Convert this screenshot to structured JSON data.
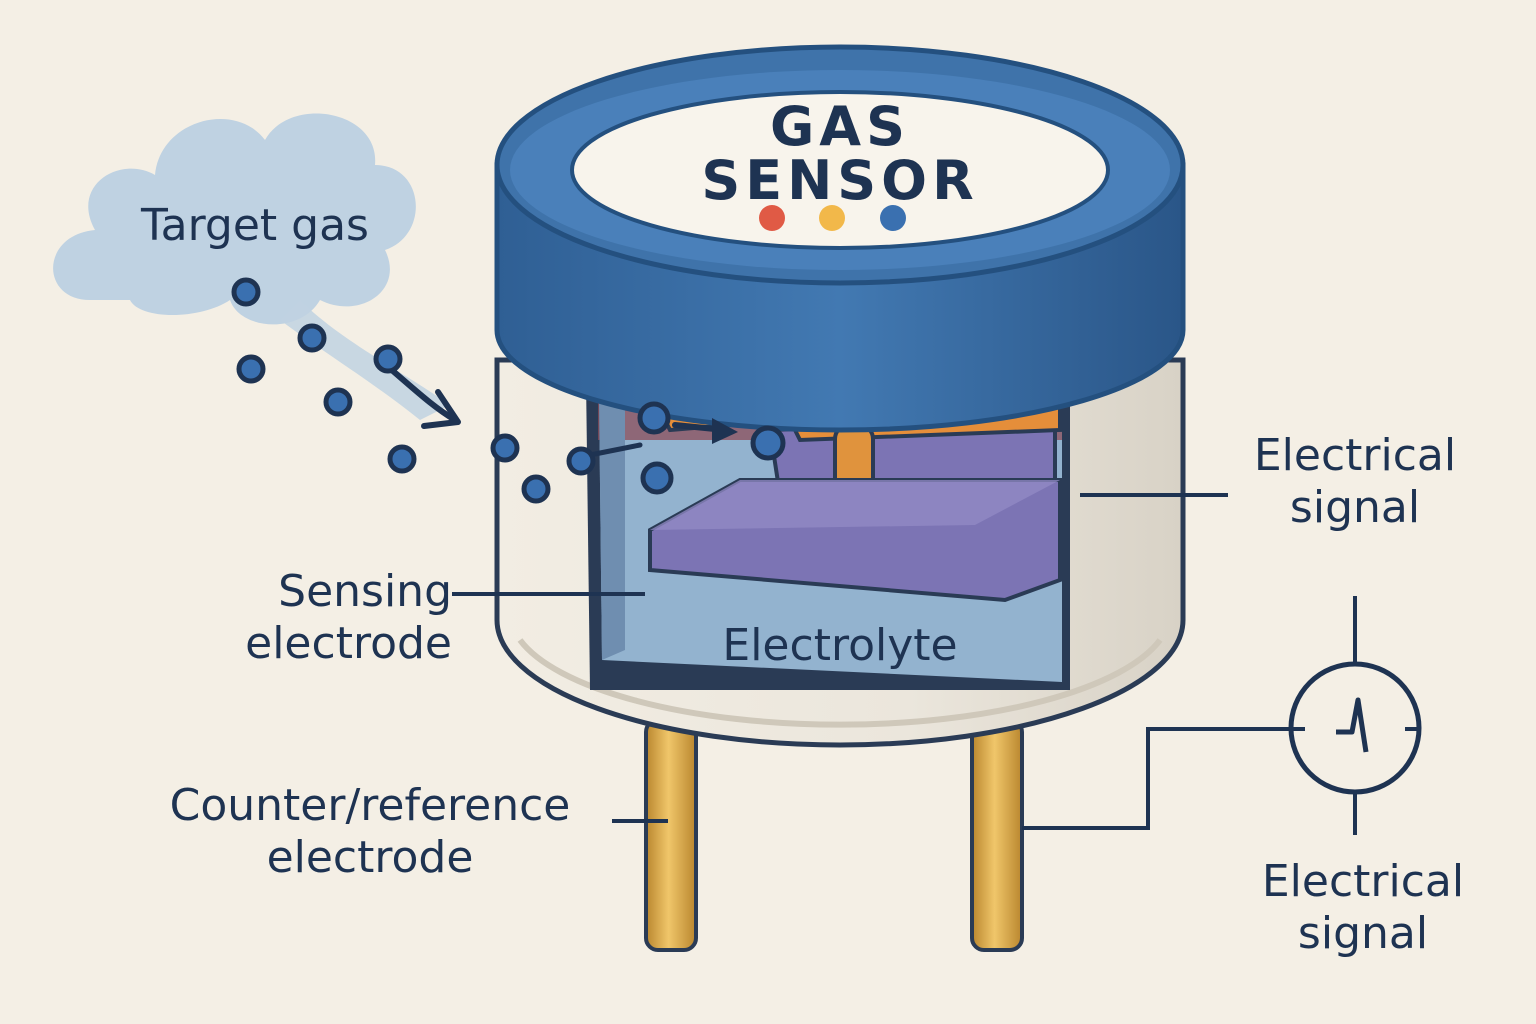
{
  "title": {
    "line1": "GAS",
    "line2": "SENSOR"
  },
  "labels": {
    "target_gas": "Target gas",
    "electrolyte": "Electrolyte",
    "sensing_electrode": {
      "line1": "Sensing",
      "line2": "electrode"
    },
    "counter_reference_electrode": {
      "line1": "Counter/reference",
      "line2": "electrode"
    },
    "electrical_signal_upper": {
      "line1": "Electrical",
      "line2": "signal"
    },
    "electrical_signal_lower": {
      "line1": "Electrical",
      "line2": "signal"
    }
  },
  "colors": {
    "background": "#f4efe5",
    "cap_blue": "#3f73aa",
    "cap_dark": "#24507f",
    "body": "#ece7dd",
    "electrolyte": "#93b3cf",
    "electrode_purple": "#7c74b4",
    "connector_orange": "#e58e3a",
    "pins": "#d9a545",
    "text": "#1e3352",
    "cloud": "#bfd2e2",
    "dot_red": "#e05a45",
    "dot_yellow": "#f2b84a",
    "dot_blue": "#3a70b0"
  },
  "icons": {
    "meter": "signal-meter-icon",
    "gas_molecules": "gas-molecule-icon"
  }
}
